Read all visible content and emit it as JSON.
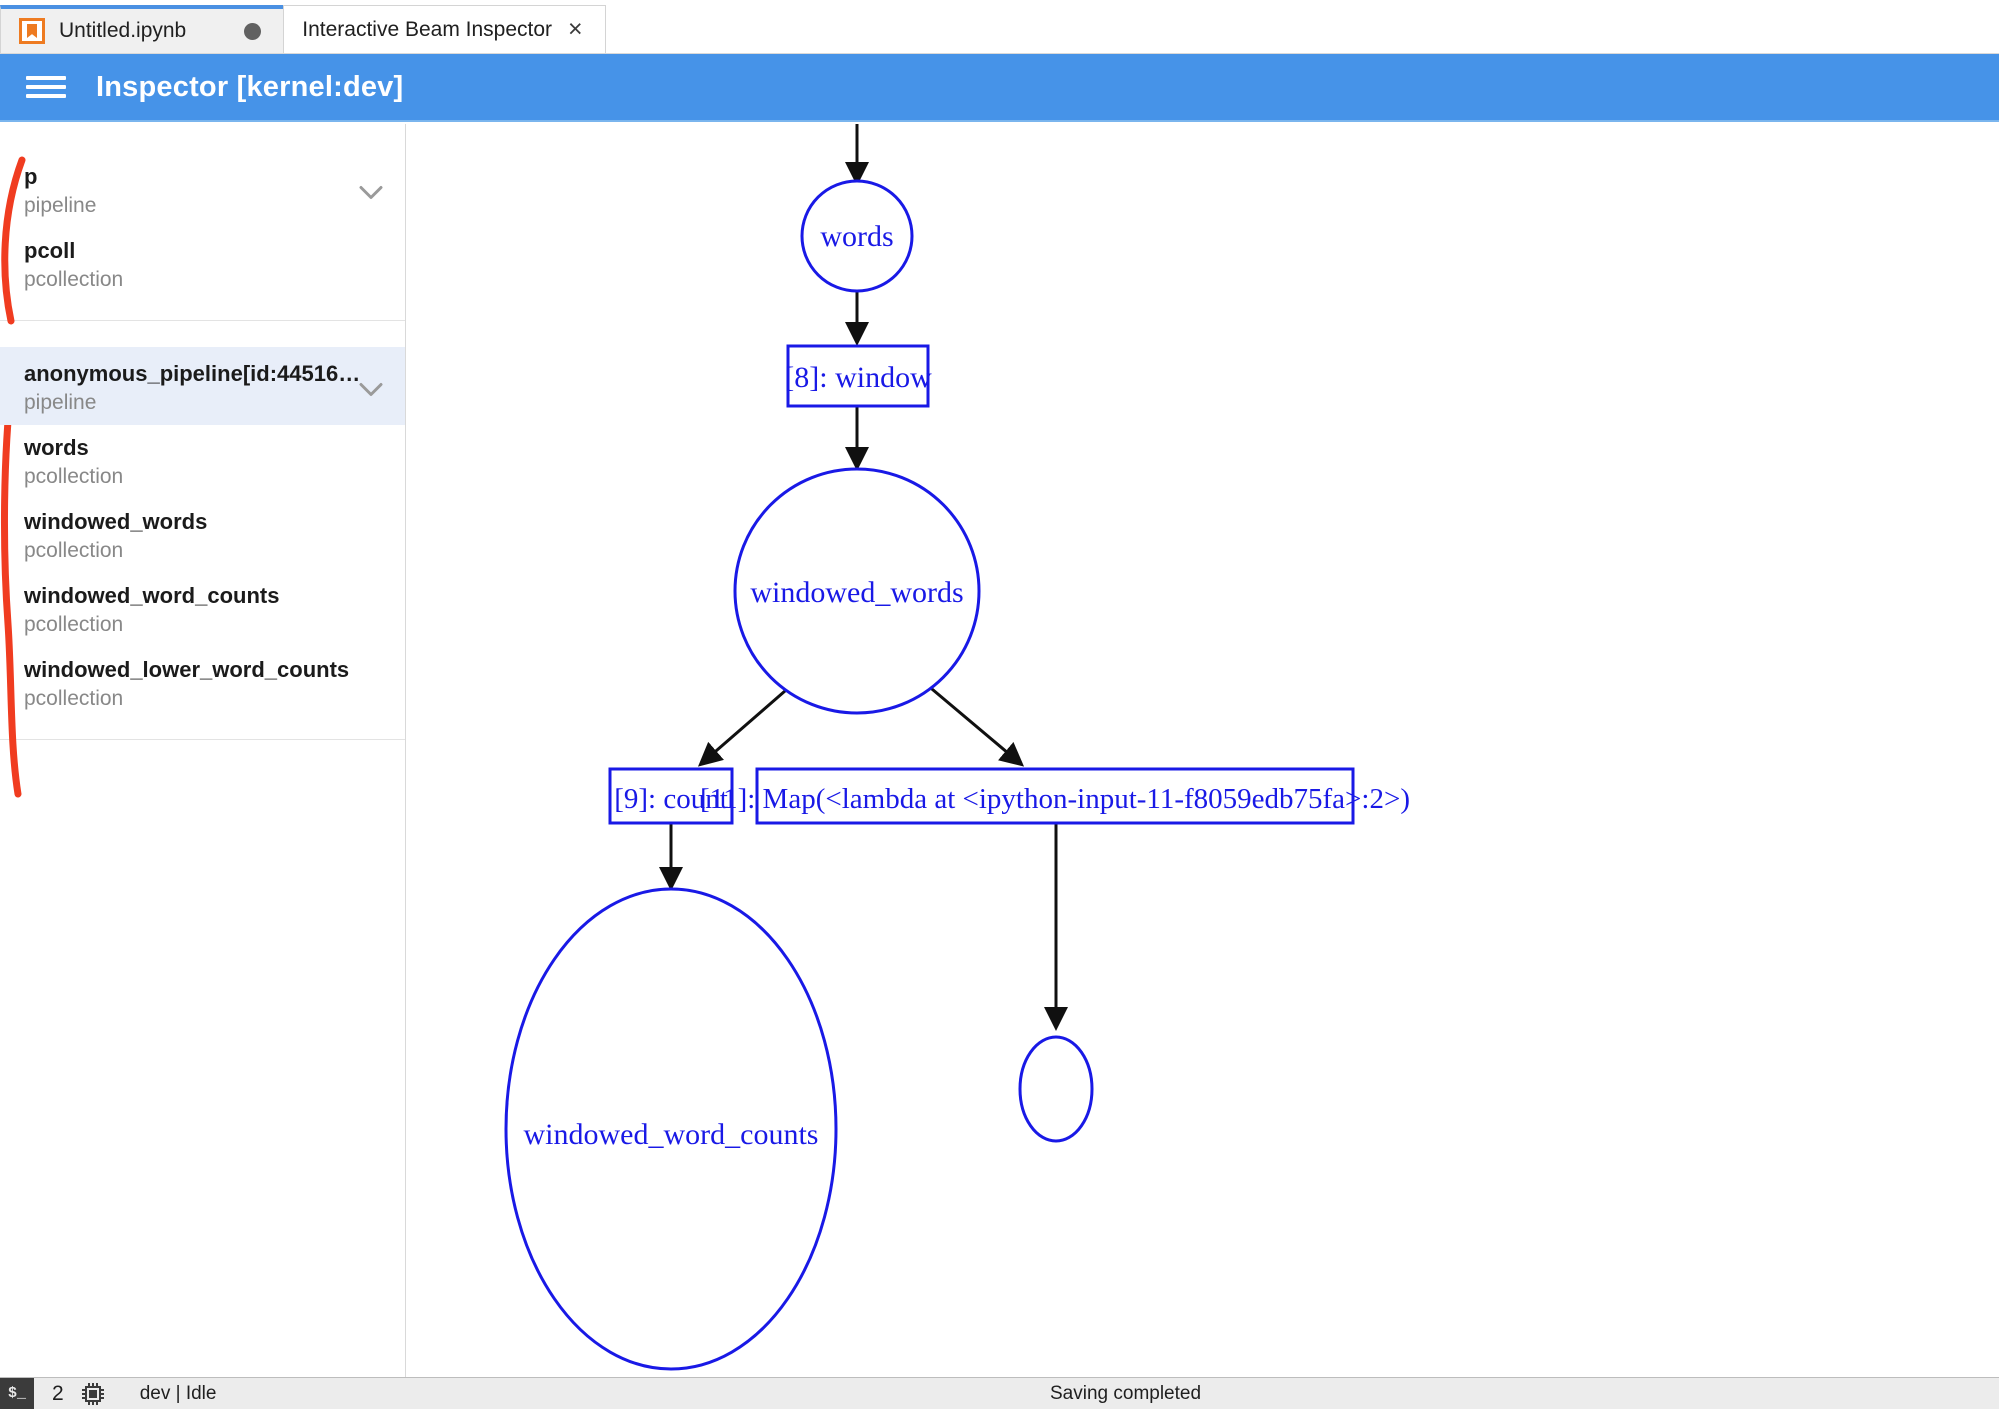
{
  "window": {
    "tabs": [
      {
        "title": "Untitled.ipynb",
        "icon": "notebook-icon",
        "state": "inactive",
        "dirty": true
      },
      {
        "title": "Interactive Beam Inspector",
        "icon": "none",
        "state": "active",
        "dirty": false,
        "close": "×"
      }
    ]
  },
  "header": {
    "menu_icon": "hamburger-icon",
    "title": "Inspector [kernel:dev]",
    "background": "#4693e8"
  },
  "sidebar": {
    "groups": [
      {
        "items": [
          {
            "label": "p",
            "type": "pipeline",
            "chevron": true,
            "selected": false
          },
          {
            "label": "pcoll",
            "type": "pcollection",
            "chevron": false,
            "selected": false
          }
        ]
      },
      {
        "items": [
          {
            "label": "anonymous_pipeline[id:44516…",
            "type": "pipeline",
            "chevron": true,
            "selected": true
          },
          {
            "label": "words",
            "type": "pcollection",
            "chevron": false,
            "selected": false
          },
          {
            "label": "windowed_words",
            "type": "pcollection",
            "chevron": false,
            "selected": false
          },
          {
            "label": "windowed_word_counts",
            "type": "pcollection",
            "chevron": false,
            "selected": false
          },
          {
            "label": "windowed_lower_word_counts",
            "type": "pcollection",
            "chevron": false,
            "selected": false
          }
        ]
      }
    ],
    "annotation_color": "#f03c20"
  },
  "graph": {
    "node_color": "#1919e6",
    "edge_color": "#101010",
    "nodes": [
      {
        "id": "words",
        "label": "words",
        "shape": "circle"
      },
      {
        "id": "window",
        "label": "[8]: window",
        "shape": "box"
      },
      {
        "id": "windowed_words",
        "label": "windowed_words",
        "shape": "circle"
      },
      {
        "id": "count",
        "label": "[9]: count",
        "shape": "box"
      },
      {
        "id": "map",
        "label": "[11]: Map(<lambda at <ipython-input-11-f8059edb75fa>:2>)",
        "shape": "box"
      },
      {
        "id": "windowed_word_counts",
        "label": "windowed_word_counts",
        "shape": "circle"
      },
      {
        "id": "unnamed_small",
        "label": "",
        "shape": "circle"
      }
    ],
    "edges": [
      {
        "from": "input",
        "to": "words"
      },
      {
        "from": "words",
        "to": "window"
      },
      {
        "from": "window",
        "to": "windowed_words"
      },
      {
        "from": "windowed_words",
        "to": "count"
      },
      {
        "from": "windowed_words",
        "to": "map"
      },
      {
        "from": "count",
        "to": "windowed_word_counts"
      },
      {
        "from": "map",
        "to": "unnamed_small"
      }
    ]
  },
  "statusbar": {
    "terminal_icon": "$_",
    "terminal_count": "2",
    "kernel_icon": "cpu-icon",
    "kernel_status": "dev | Idle",
    "save_status": "Saving completed"
  }
}
